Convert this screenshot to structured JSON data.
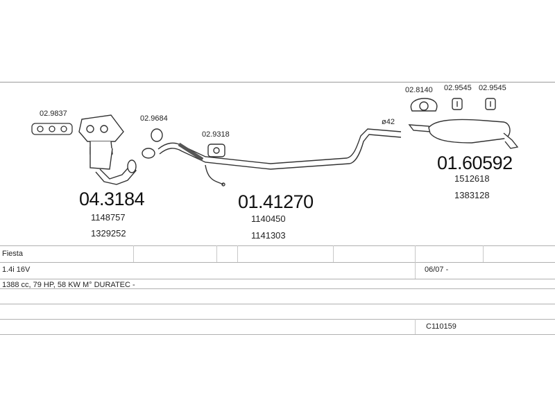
{
  "parts": {
    "gasket_manifold": "02.9837",
    "catalyst_main": "04.3184",
    "catalyst_ref1": "1148757",
    "catalyst_ref2": "1329252",
    "ring_gasket": "02.9684",
    "clamp_mid": "02.9318",
    "middle_main": "01.41270",
    "middle_ref1": "1140450",
    "middle_ref2": "1141303",
    "diameter": "ø42",
    "hanger_1": "02.8140",
    "hanger_2": "02.9545",
    "hanger_3": "02.9545",
    "rear_main": "01.60592",
    "rear_ref1": "1512618",
    "rear_ref2": "1383128"
  },
  "vehicle": {
    "model": "Fiesta",
    "engine": "1.4i 16V",
    "date": "06/07 -",
    "spec": "1388 cc, 79 HP, 58 KW M° DURATEC -",
    "code": "C110159"
  }
}
